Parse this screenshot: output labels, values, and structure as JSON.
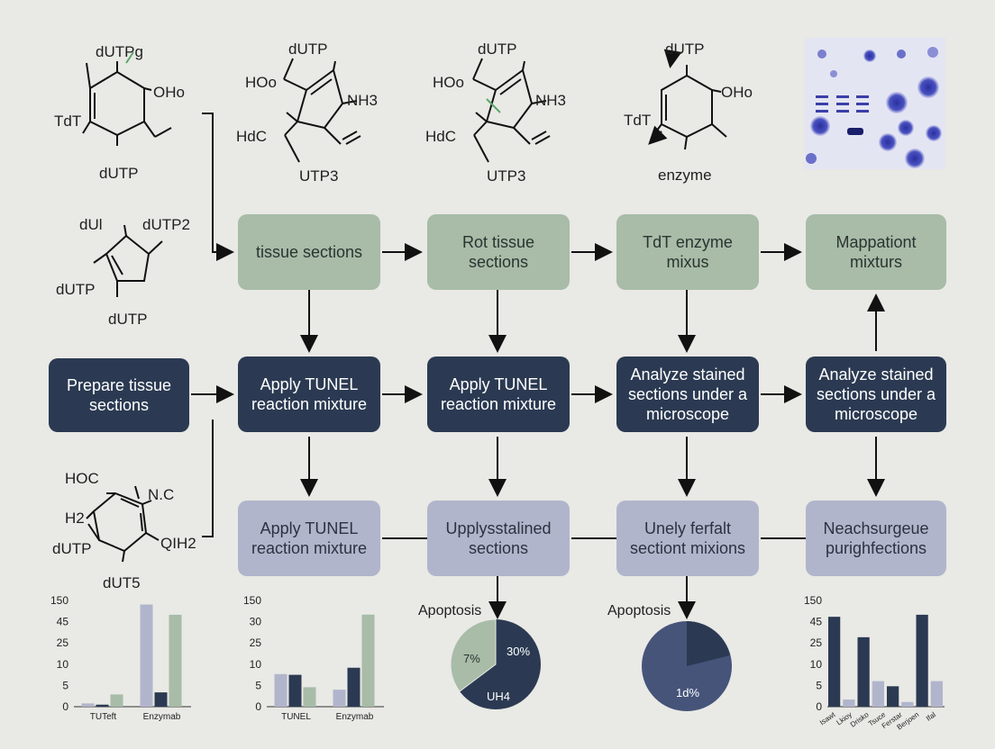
{
  "structures": {
    "s1": {
      "top": "dUTPg",
      "right": "OHo",
      "left": "TdT",
      "bottom": "dUTP"
    },
    "s2": {
      "top": "dUTP",
      "left": "HOo",
      "right": "NH3",
      "ring_left": "HdC",
      "bottom": "UTP3"
    },
    "s3": {
      "top": "dUTP",
      "left": "HOo",
      "right": "NH3",
      "ring_left": "HdC",
      "bottom": "UTP3"
    },
    "s4": {
      "top": "dUTP",
      "right": "OHo",
      "left": "TdT",
      "bottom": "enzyme"
    },
    "s5": {
      "top_left": "dUl",
      "top_right": "dUTP2",
      "left": "dUTP",
      "bottom": "dUTP"
    },
    "s6": {
      "top_left": "HOC",
      "top_right": "N.C",
      "left1": "H2",
      "left2": "dUTP",
      "right": "QIH2",
      "bottom": "dUT5"
    }
  },
  "flow": {
    "row1": [
      "tissue sections",
      "Rot tissue sections",
      "TdT enzyme mixus",
      "Mappationt mixturs"
    ],
    "start": "Prepare tissue sections",
    "row2": [
      "Apply TUNEL reaction mixture",
      "Apply TUNEL reaction mixture",
      "Analyze stained sections under a microscope",
      "Analyze stained sections under a microscope"
    ],
    "row3": [
      "Apply TUNEL reaction mixture",
      "Upplysstalined sections",
      "Unely ferfalt sectiont mixions",
      "Neachsurgeue purighfections"
    ]
  },
  "pies": {
    "p1": {
      "title": "Apoptosis",
      "labels": [
        "7%",
        "30%",
        "UH4"
      ]
    },
    "p2": {
      "title": "Apoptosis",
      "labels": [
        "1d%"
      ]
    }
  },
  "colors": {
    "green": "#a8bca8",
    "navy": "#2b3a52",
    "lavender": "#b1b5cc",
    "bg": "#e9e9e5"
  },
  "chart_data": [
    {
      "type": "bar",
      "yticks": [
        "150",
        "45",
        "25",
        "10",
        "5",
        "0"
      ],
      "categories": [
        "TUTeft",
        "Enzymab"
      ],
      "series": [
        {
          "values": [
            1.6,
            50.0
          ]
        },
        {
          "values": [
            1.0,
            7.0
          ]
        },
        {
          "values": [
            6.0,
            45.0
          ]
        }
      ]
    },
    {
      "type": "bar",
      "yticks": [
        "150",
        "30",
        "25",
        "10",
        "5",
        "0"
      ],
      "categories": [
        "TUNEL",
        "Enzymab"
      ],
      "series": [
        {
          "values": [
            9.2,
            4.8
          ]
        },
        {
          "values": [
            9.0,
            11.0
          ]
        },
        {
          "values": [
            5.5,
            26.0
          ]
        }
      ]
    },
    {
      "type": "bar",
      "yticks": [
        "150",
        "45",
        "25",
        "10",
        "5",
        "0"
      ],
      "categories": [
        "Isawt",
        "Lkioy",
        "Drisko",
        "Tsuce",
        "Ferstar",
        "Berjoen",
        "Ifal"
      ],
      "series": [
        {
          "values": [
            44.0,
            34.0,
            10.0,
            45.0
          ]
        },
        {
          "values": [
            3.5,
            12.5,
            2.3,
            12.5
          ]
        }
      ]
    }
  ]
}
